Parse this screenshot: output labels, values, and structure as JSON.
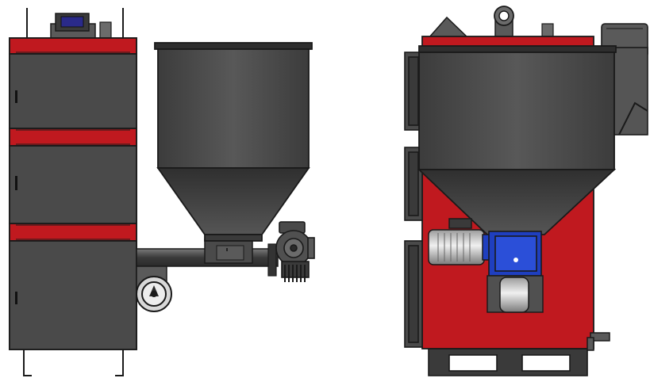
{
  "colors": {
    "background": "#ffffff",
    "body_dark": "#4a4a4a",
    "body_mid": "#5a5a5a",
    "body_light": "#6b6b6b",
    "outline": "#1a1a1a",
    "accent_red": "#c0191f",
    "accent_red_dark": "#8e1216",
    "motor_blue": "#1f3fbf",
    "control_blue": "#2a2a8a",
    "metal_light": "#d8d8d8",
    "metal_mid": "#a9a9a9"
  },
  "views": [
    {
      "view": "side-elevation",
      "components": [
        "boiler-body",
        "fuel-hopper",
        "screw-feeder",
        "feeder-motor",
        "blower-fan",
        "control-panel",
        "support-legs"
      ]
    },
    {
      "view": "front-elevation",
      "components": [
        "boiler-body",
        "fuel-hopper",
        "blue-gear-motor",
        "electric-motor",
        "flue-outlet",
        "lifting-eye",
        "doors",
        "base-frame"
      ]
    }
  ]
}
